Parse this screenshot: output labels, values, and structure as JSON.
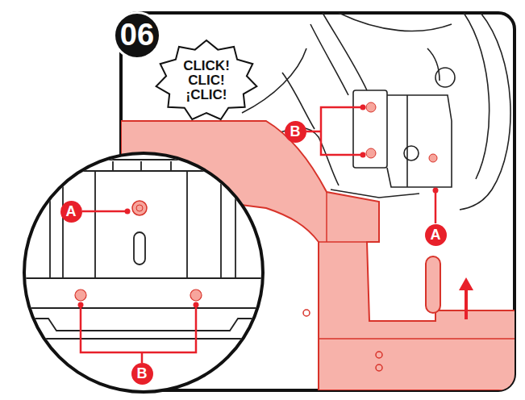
{
  "diagram": {
    "nodes": [
      {
        "text": [
          "06"
        ]
      },
      {
        "text": [
          "CLICK!",
          "CLIC!",
          "¡CLIC!"
        ]
      },
      {
        "text": [
          "B"
        ]
      },
      {
        "text": [
          "A"
        ]
      },
      {
        "text": [
          "A"
        ]
      },
      {
        "text": [
          "B"
        ]
      }
    ]
  }
}
